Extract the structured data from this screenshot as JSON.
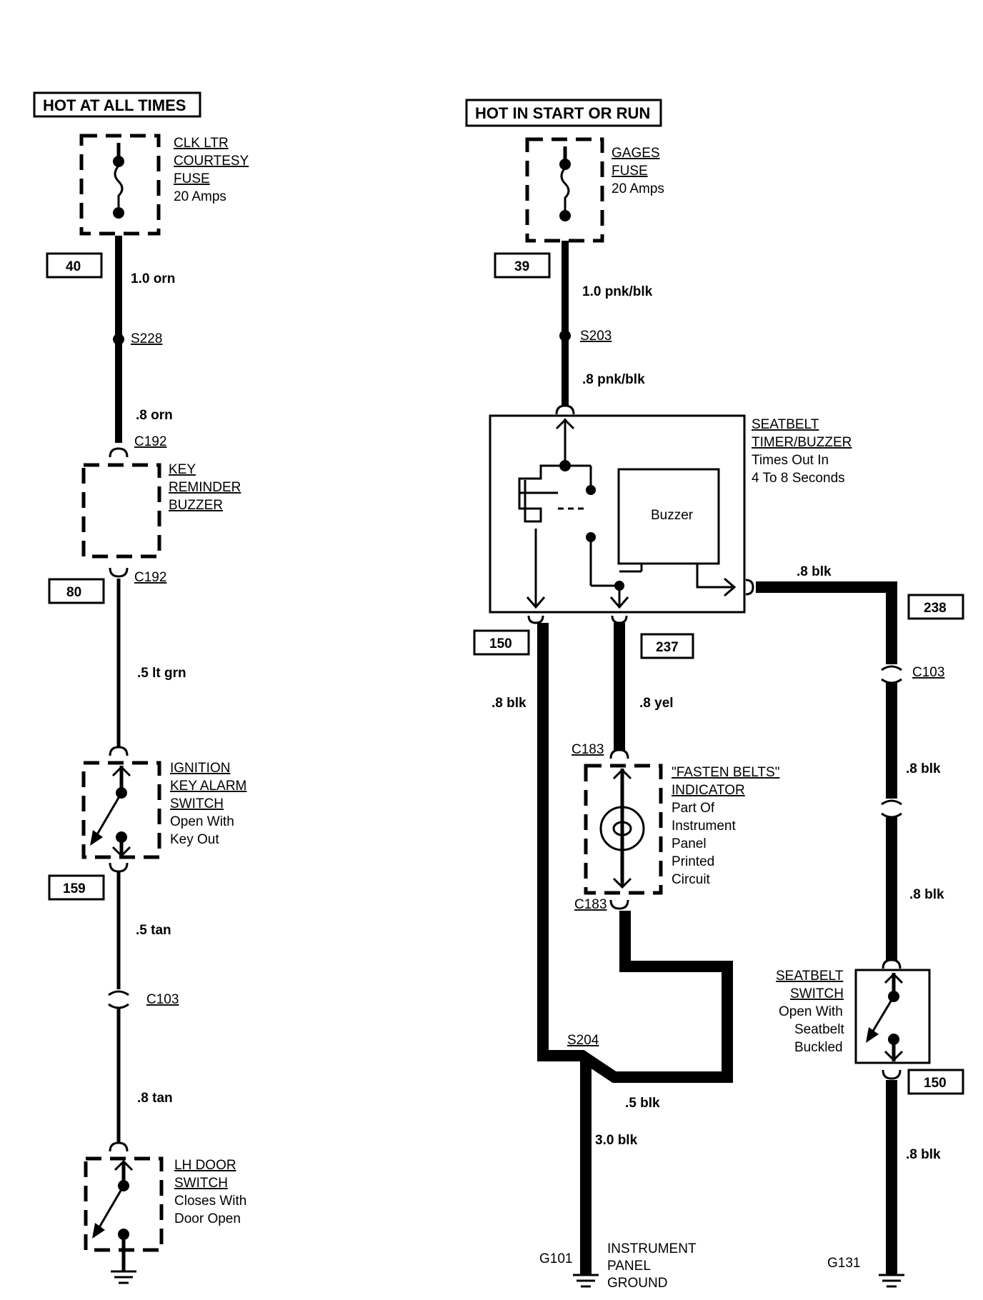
{
  "headers": {
    "left": "HOT AT ALL TIMES",
    "right": "HOT IN START OR RUN"
  },
  "components": {
    "clk_fuse": [
      "CLK LTR",
      "COURTESY",
      "FUSE",
      "20 Amps"
    ],
    "gages_fuse": [
      "GAGES",
      "FUSE",
      "20 Amps"
    ],
    "key_buzzer": [
      "KEY",
      "REMINDER",
      "BUZZER"
    ],
    "ign_switch": [
      "IGNITION",
      "KEY ALARM",
      "SWITCH",
      "Open With",
      "Key Out"
    ],
    "door_switch": [
      "LH DOOR",
      "SWITCH",
      "Closes With",
      "Door Open"
    ],
    "seatbelt_timer": [
      "SEATBELT",
      "TIMER/BUZZER",
      "Times Out In",
      "4 To 8 Seconds"
    ],
    "buzzer": "Buzzer",
    "fasten_belts": [
      "\"FASTEN BELTS\"",
      "INDICATOR",
      "Part Of",
      "Instrument",
      "Panel",
      "Printed",
      "Circuit"
    ],
    "seatbelt_switch": [
      "SEATBELT",
      "SWITCH",
      "Open With",
      "Seatbelt",
      "Buckled"
    ],
    "ip_ground": [
      "INSTRUMENT",
      "PANEL",
      "GROUND"
    ]
  },
  "circuits": {
    "c40": "40",
    "c39": "39",
    "c80": "80",
    "c159": "159",
    "c150a": "150",
    "c237": "237",
    "c238": "238",
    "c150b": "150"
  },
  "wires": {
    "w1_0orn": "1.0 orn",
    "w8orn": ".8 orn",
    "w5ltgrn": ".5 lt grn",
    "w5tan": ".5 tan",
    "w8tan": ".8 tan",
    "w1_0pnkblk": "1.0 pnk/blk",
    "w8pnkblk": ".8 pnk/blk",
    "w8blk_top": ".8 blk",
    "w8blk_left": ".8 blk",
    "w8yel": ".8 yel",
    "w8blk_r1": ".8 blk",
    "w8blk_r2": ".8 blk",
    "w8blk_r3": ".8 blk",
    "w5blk": ".5 blk",
    "w3_0blk": "3.0 blk"
  },
  "connectors": {
    "s228": "S228",
    "c192a": "C192",
    "c192b": "C192",
    "c103a": "C103",
    "s203": "S203",
    "c183a": "C183",
    "c183b": "C183",
    "c103b": "C103",
    "s204": "S204",
    "g101": "G101",
    "g131": "G131"
  }
}
